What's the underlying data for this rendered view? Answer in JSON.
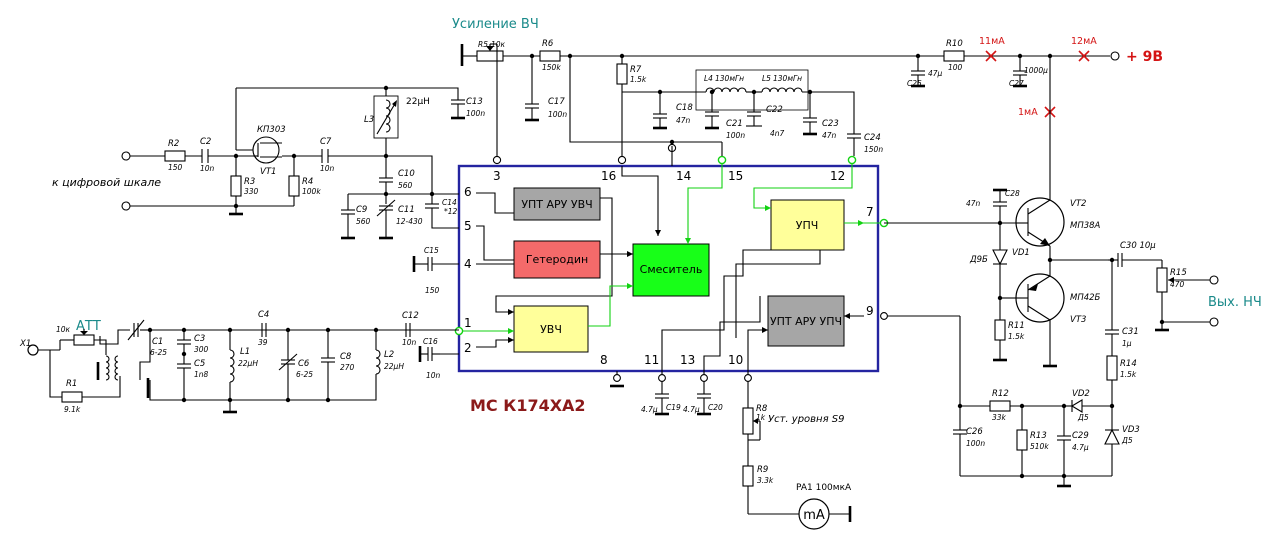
{
  "title": "МС К174ХА2",
  "colors": {
    "ic_border": "#2424a0",
    "wire": "#000000",
    "signal": "#12d212",
    "title": "#8b1a1a",
    "current": "#d41414",
    "teal": "#1a8a8a",
    "block_gray": "#a6a6a6",
    "block_yellow": "#ffff9a",
    "block_red": "#f46a6a",
    "block_green": "#18ff18"
  },
  "labels": {
    "gain": "Усиление ВЧ",
    "att": "АТТ",
    "dial": "к цифровой шкале",
    "output": "Вых. НЧ",
    "s9": "Уст. уровня S9",
    "supply": "+ 9В",
    "meter": "PA1  100мкА",
    "meter_unit": "mA",
    "input": "X1"
  },
  "currents": {
    "i1": "11мА",
    "i2": "12мА",
    "i3": "1мА"
  },
  "blocks": {
    "upt_aru_uvch": "УПТ АРУ УВЧ",
    "geterodin": "Гетеродин",
    "smesitel": "Смеситель",
    "uvch": "УВЧ",
    "upch": "УПЧ",
    "upt_aru_upch": "УПТ АРУ УПЧ"
  },
  "pins": {
    "p1": "1",
    "p2": "2",
    "p3": "3",
    "p4": "4",
    "p5": "5",
    "p6": "6",
    "p7": "7",
    "p8": "8",
    "p9": "9",
    "p10": "10",
    "p11": "11",
    "p12": "12",
    "p13": "13",
    "p14": "14",
    "p15": "15",
    "p16": "16"
  },
  "components": {
    "R1": "R1",
    "R1v": "9.1k",
    "R2": "R2",
    "R2v": "150",
    "R3": "R3",
    "R3v": "330",
    "R4": "R4",
    "R4v": "100k",
    "R5": "R5",
    "R5v": "10к",
    "R6": "R6",
    "R6v": "150k",
    "R7": "R7",
    "R7v": "1.5k",
    "R8": "R8",
    "R8v": "1k",
    "R9": "R9",
    "R9v": "3.3k",
    "R10": "R10",
    "R10v": "100",
    "R11": "R11",
    "R11v": "1.5k",
    "R12": "R12",
    "R12v": "33k",
    "R13": "R13",
    "R13v": "510k",
    "R14": "R14",
    "R14v": "1.5k",
    "R15": "R15",
    "R15v": "470",
    "Ratt": "10к",
    "C1": "C1",
    "C1v": "6-25",
    "C2": "C2",
    "C2v": "10n",
    "C3": "C3",
    "C3v": "300",
    "C4": "C4",
    "C4v": "39",
    "C5": "C5",
    "C5v": "1n8",
    "C6": "C6",
    "C6v": "6-25",
    "C7": "C7",
    "C7v": "10n",
    "C8": "C8",
    "C8v": "270",
    "C9": "C9",
    "C9v": "560",
    "C10": "C10",
    "C10v": "560",
    "C11": "C11",
    "C11v": "12-430",
    "C12": "C12",
    "C12v": "10n",
    "C13": "C13",
    "C13v": "100n",
    "C14": "C14",
    "C14v": "*12",
    "C15": "C15",
    "C15v": "150",
    "C16": "C16",
    "C16v": "10n",
    "C17": "C17",
    "C17v": "100n",
    "C18": "C18",
    "C18v": "47n",
    "C19": "C19",
    "C19v": "4.7μ",
    "C20": "C20",
    "C20v": "4.7μ",
    "C21": "C21",
    "C21v": "100n",
    "C22": "C22",
    "C22v": "4n7",
    "C23": "C23",
    "C23v": "47n",
    "C24": "C24",
    "C24v": "150n",
    "C25": "C25",
    "C25v": "47μ",
    "C26": "C26",
    "C26v": "100n",
    "C27": "C27",
    "C27v": "1000μ",
    "C28": "C28",
    "C28v": "47n",
    "C29": "C29",
    "C29v": "4.7μ",
    "C30": "C30 10μ",
    "C31": "C31",
    "C31v": "1μ",
    "L1": "L1",
    "L1v": "22μH",
    "L2": "L2",
    "L2v": "22μH",
    "L3": "L3",
    "L3v": "22μH",
    "L4": "L4",
    "L4v": "130мГн",
    "L5": "L5",
    "L5v": "130мГн",
    "VT1": "VT1",
    "VT1t": "КП303",
    "VT2": "VT2",
    "VT2t": "МП38А",
    "VT3": "VT3",
    "VT3t": "МП42Б",
    "VD1": "VD1",
    "VD1t": "Д9Б",
    "VD2": "VD2",
    "VD2t": "Д5",
    "VD3": "VD3",
    "VD3t": "Д5"
  }
}
